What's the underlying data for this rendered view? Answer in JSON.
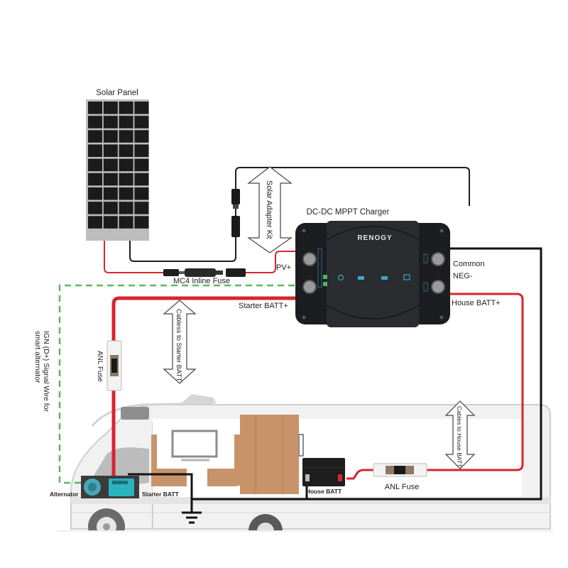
{
  "title": "DC-DC MPPT Charger Wiring Diagram",
  "components": {
    "solar_panel": "Solar Panel",
    "charger": "DC-DC MPPT Charger",
    "charger_brand": "RENOGY",
    "mc4_fuse": "MC4 Inline Fuse",
    "anl_fuse_starter": "ANL Fuse",
    "anl_fuse_house": "ANL Fuse",
    "alternator": "Alternator",
    "starter_batt": "Starter BATT",
    "house_batt": "House BATT"
  },
  "terminals": {
    "pv_plus": "PV+",
    "starter_batt_plus": "Starter BATT+",
    "common_neg_line1": "Common",
    "common_neg_line2": "NEG-",
    "house_batt_plus": "House BATT+"
  },
  "arrows": {
    "solar_adapter": "Solar Adapter Kit",
    "cables_starter": "Cabless to Starter BATT",
    "cables_house": "Cables to House BATT"
  },
  "signal_wire": {
    "line1": "IGN (D+) Signal Wire for",
    "line2": "smart alternator"
  },
  "colors": {
    "positive_wire": "#d7262e",
    "negative_wire": "#111111",
    "signal_wire": "#5cb85c",
    "charger_body": "#2a2c30",
    "charger_accent": "#3aa8c8",
    "battery_teal": "#2bb3c0",
    "wood": "#c9936a"
  }
}
